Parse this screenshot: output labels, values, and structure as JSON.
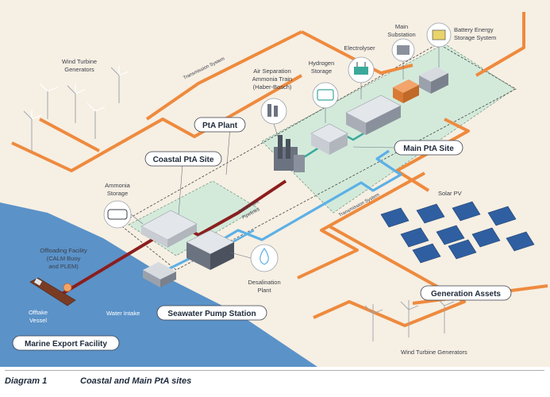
{
  "labels": {
    "wind_turbine_generators_top": [
      "Wind Turbine",
      "Generators"
    ],
    "transmission_system_top": "Transmission System",
    "air_separation": [
      "Air Separation",
      "Ammonia Train",
      "(Haber-Bosch)"
    ],
    "hydrogen_storage": [
      "Hydrogen",
      "Storage"
    ],
    "electrolyser": "Electrolyser",
    "main_substation": [
      "Main",
      "Substation"
    ],
    "battery_storage": [
      "Battery Energy",
      "Storage System"
    ],
    "pta_plant": "PtA Plant",
    "coastal_pta_site": "Coastal PtA Site",
    "main_pta_site": "Main PtA Site",
    "ammonia_storage": [
      "Ammonia",
      "Storage"
    ],
    "intra_plant_pipelines": [
      "Intra-Plant",
      "Pipelines"
    ],
    "transmission_system_bottom": "Transmission System",
    "solar_pv": "Solar PV",
    "offloading_facility": [
      "Offloading Facility",
      "(CALM Buoy",
      "and PLEM)"
    ],
    "desalination_plant": [
      "Desalination",
      "Plant"
    ],
    "offtake_vessel": [
      "Offtake",
      "Vessel"
    ],
    "water_intake": "Water Intake",
    "seawater_pump_station": "Seawater Pump Station",
    "generation_assets": "Generation Assets",
    "marine_export_facility": "Marine Export Facility",
    "wind_turbine_generators_bottom": "Wind Turbine Generators"
  },
  "caption": {
    "number": "Diagram 1",
    "title": "Coastal and Main PtA sites"
  },
  "colors": {
    "background": "#f6efe3",
    "sea": "#5b92c8",
    "site_zone": "#d3eadb",
    "transmission": "#ee8a3e",
    "ammonia_pipe": "#8b1e1e",
    "water_pipe": "#5cb0e6",
    "hydrogen_pipe": "#3aa99a"
  }
}
